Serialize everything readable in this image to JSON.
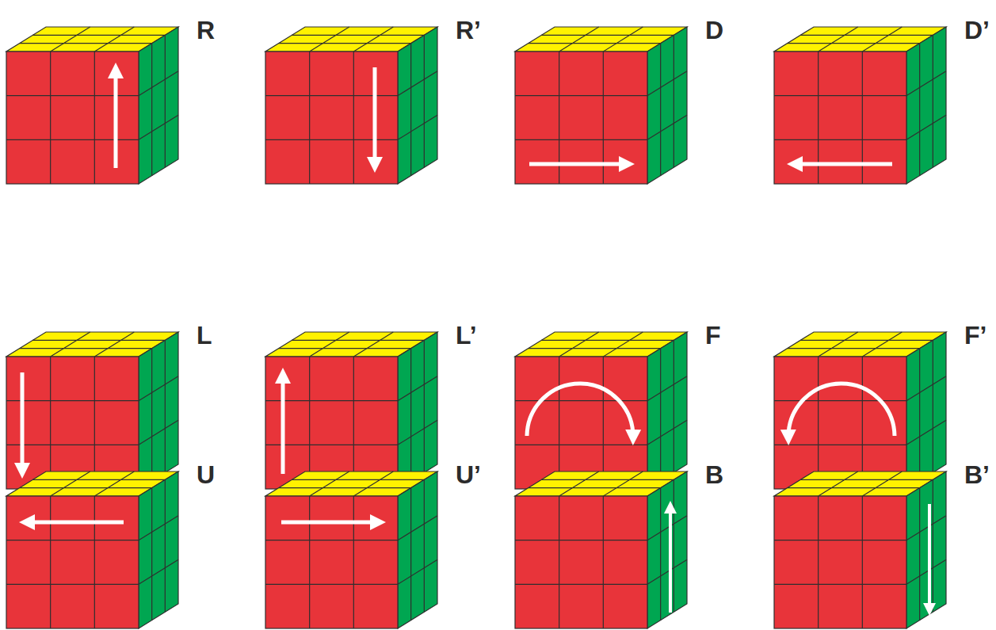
{
  "diagram": {
    "labels": [
      "R",
      "R’",
      "D",
      "D’",
      "L",
      "L’",
      "F",
      "F’",
      "U",
      "U’",
      "B",
      "B’"
    ]
  }
}
